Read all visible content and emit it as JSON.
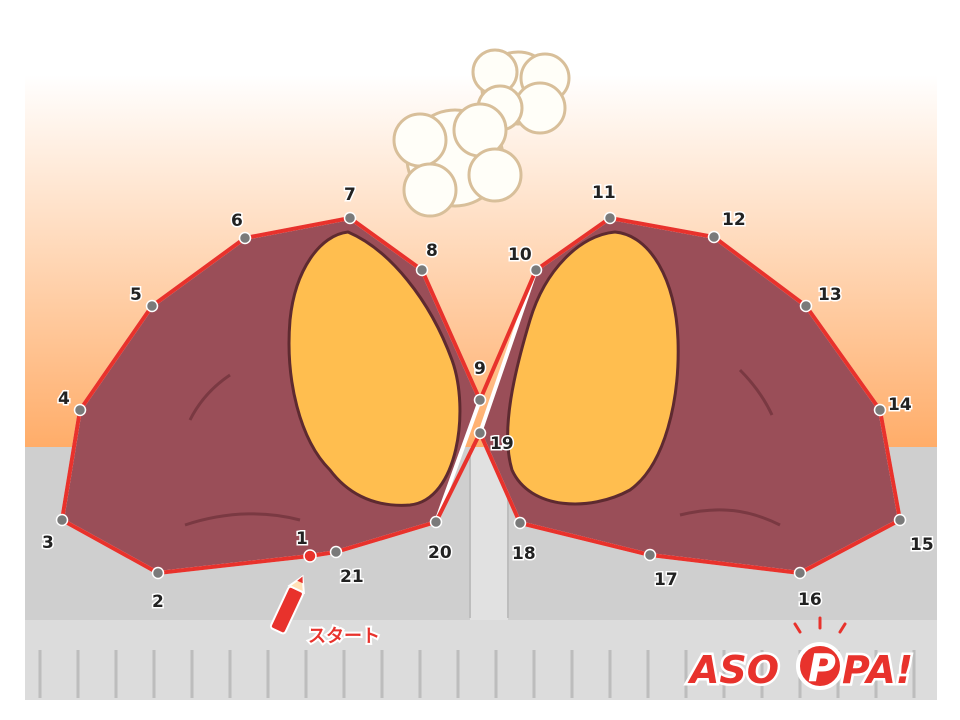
{
  "puzzle": {
    "type": "connect-the-dots",
    "subject": "yaki-imo",
    "start_label": "スタート",
    "dots": [
      {
        "label": "1",
        "start": true
      },
      {
        "label": "2"
      },
      {
        "label": "3"
      },
      {
        "label": "4"
      },
      {
        "label": "5"
      },
      {
        "label": "6"
      },
      {
        "label": "7"
      },
      {
        "label": "8"
      },
      {
        "label": "9"
      },
      {
        "label": "10"
      },
      {
        "label": "11"
      },
      {
        "label": "12"
      },
      {
        "label": "13"
      },
      {
        "label": "14"
      },
      {
        "label": "15"
      },
      {
        "label": "16"
      },
      {
        "label": "17"
      },
      {
        "label": "18"
      },
      {
        "label": "19"
      },
      {
        "label": "20"
      },
      {
        "label": "21"
      }
    ]
  },
  "logo": {
    "text_left": "ASO",
    "text_p": "P",
    "text_right": "PA!"
  },
  "colors": {
    "sky_top": "#ffffff",
    "sky_bottom": "#ffab66",
    "ground": "#cfcfcf",
    "skin": "#9a4e58",
    "flesh": "#ffbe4f",
    "line": "#e8322c",
    "dot": "#7a7a7a",
    "start_dot": "#e8322c",
    "logo_red": "#e8322c",
    "steam": "#fffef8"
  }
}
